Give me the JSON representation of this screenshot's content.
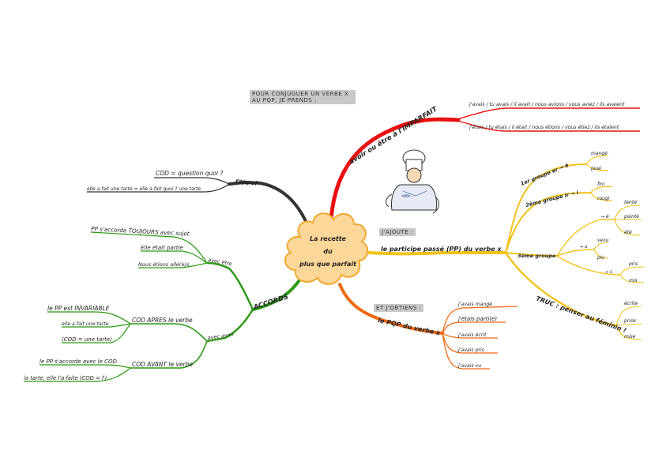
{
  "center": {
    "lines": [
      "La recette",
      "du",
      "plus que parfait"
    ]
  },
  "tags": {
    "intro": "POUR CONJUGUER UN VERBE X AU PQP, JE PRENDS :",
    "ajoute": "J'AJOUTE :",
    "obtiens": "ET J'OBTIENS :"
  },
  "colors": {
    "red": "#e81010",
    "black": "#333333",
    "green": "#2a9a12",
    "yellow": "#f2c21b",
    "orange": "#ef6a13",
    "cloud": "#fbd79a",
    "cloud_border": "#f0a830"
  },
  "red_branch": {
    "main": "avoir ou être à l'IMPARFAIT",
    "subs": [
      "j'avais / tu avais / il avait / nous avions / vous aviez / ils avaient",
      "j'étais / tu étais / il était / nous étions / vous étiez / ils étaient"
    ]
  },
  "black_branch": {
    "main": "rappel",
    "subs": [
      "COD = question quoi ?",
      "elle a fait une tarte = elle a fait quoi ? une tarte"
    ]
  },
  "green_branch": {
    "main": "ACCORDS",
    "etre": {
      "label": "avec être",
      "subs": [
        "PP s'accorde TOUJOURS avec sujet",
        "Elle était partie",
        "Nous étions allé(e)s"
      ]
    },
    "avoir": {
      "label": "avec avoir",
      "apres": {
        "label": "COD APRES le verbe",
        "subs": [
          "le PP est INVARIABLE",
          "elle a fait une tarte",
          "(COD = une tarte)"
        ]
      },
      "avant": {
        "label": "COD AVANT le verbe",
        "subs": [
          "le PP s'accorde avec le COD",
          "la tarte, elle l'a faite (COD = l')"
        ]
      }
    }
  },
  "yellow_branch": {
    "main": "le participe passé (PP) du verbe x",
    "g1": {
      "label": "1er groupe er → é",
      "subs": [
        "mangé",
        "joué"
      ]
    },
    "g2": {
      "label": "2ème groupe ir → i",
      "subs": [
        "fini",
        "rougi"
      ]
    },
    "g3": {
      "label": "3ème groupe",
      "u": {
        "label": "→ u",
        "subs": [
          "venu",
          "plu"
        ]
      },
      "e": {
        "label": "→ é",
        "subs": [
          "tenté",
          "pointé",
          "été"
        ]
      },
      "s": {
        "label": "→ s",
        "subs": [
          "pris",
          "mis"
        ]
      }
    },
    "truc": {
      "label": "TRUC : penser au féminin !",
      "subs": [
        "écrite",
        "prise",
        "mise"
      ]
    }
  },
  "orange_branch": {
    "main": "le PQP du verbe x",
    "subs": [
      "j'avais mangé",
      "j'étais parti(e)",
      "j'avais écrit",
      "j'avais pris",
      "j'avais vu"
    ]
  }
}
